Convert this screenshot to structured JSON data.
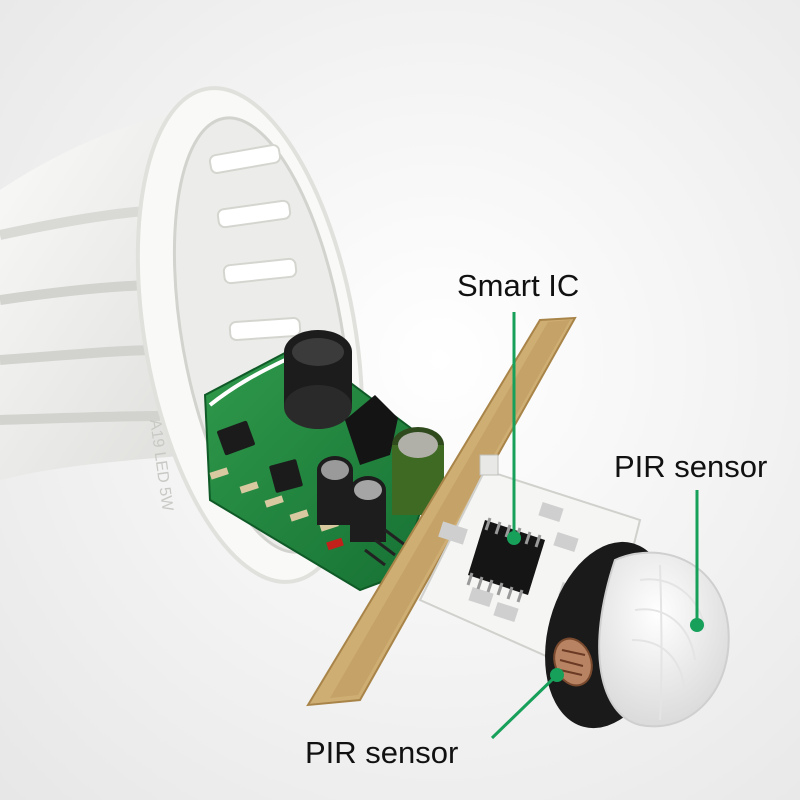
{
  "annotations": {
    "smart_ic": "Smart IC",
    "pir_sensor_right": "PIR sensor",
    "pir_sensor_bottom": "PIR sensor"
  },
  "colors": {
    "callout_line": "#17a05a",
    "pcb_green": "#1f7d3a",
    "pcb_tan": "#c9a66b",
    "plastic_white": "#f7f7f5",
    "background": "#f4f4f4"
  }
}
